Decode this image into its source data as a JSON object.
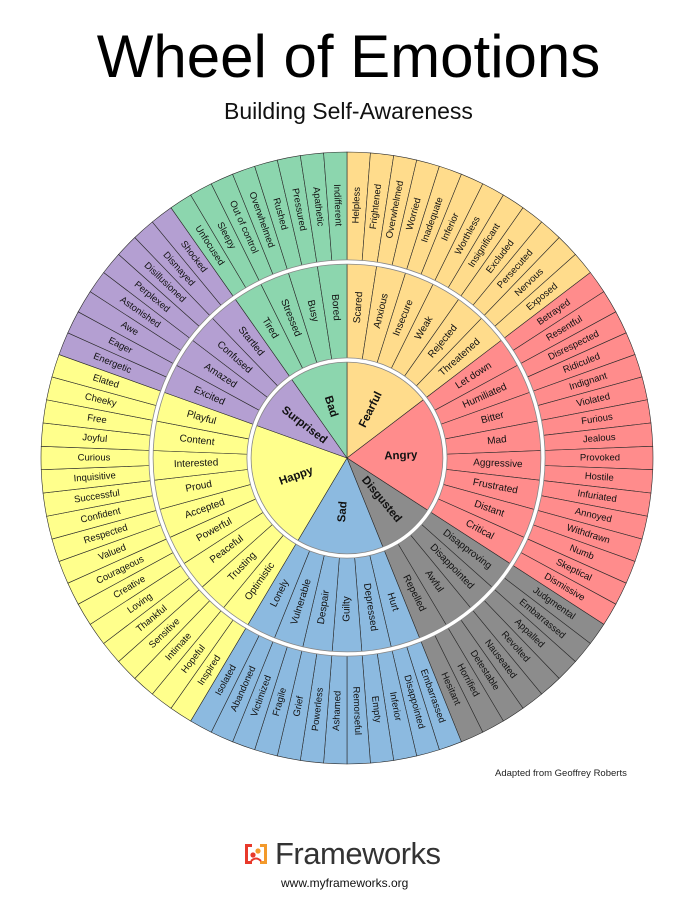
{
  "title": "Wheel of Emotions",
  "subtitle": "Building Self-Awareness",
  "credit": "Adapted from Geoffrey Roberts",
  "brand": {
    "name": "Frameworks",
    "url": "www.myframeworks.org",
    "colors": {
      "red": "#e8392b",
      "orange": "#f39a2b"
    }
  },
  "wheel": [
    {
      "label": "Fearful",
      "color": "#FFDC8C",
      "children": [
        {
          "label": "Scared",
          "children": [
            "Helpless",
            "Frightened"
          ]
        },
        {
          "label": "Anxious",
          "children": [
            "Overwhelmed",
            "Worried"
          ]
        },
        {
          "label": "Insecure",
          "children": [
            "Inadequate",
            "Inferior"
          ]
        },
        {
          "label": "Weak",
          "children": [
            "Worthless",
            "Insignificant"
          ]
        },
        {
          "label": "Rejected",
          "children": [
            "Excluded",
            "Persecuted"
          ]
        },
        {
          "label": "Threatened",
          "children": [
            "Nervous",
            "Exposed"
          ]
        }
      ]
    },
    {
      "label": "Angry",
      "color": "#FF8C8C",
      "children": [
        {
          "label": "Let down",
          "children": [
            "Betrayed",
            "Resentful"
          ]
        },
        {
          "label": "Humiliated",
          "children": [
            "Disrespected",
            "Ridiculed"
          ]
        },
        {
          "label": "Bitter",
          "children": [
            "Indignant",
            "Violated"
          ]
        },
        {
          "label": "Mad",
          "children": [
            "Furious",
            "Jealous"
          ]
        },
        {
          "label": "Aggressive",
          "children": [
            "Provoked",
            "Hostile"
          ]
        },
        {
          "label": "Frustrated",
          "children": [
            "Infuriated",
            "Annoyed"
          ]
        },
        {
          "label": "Distant",
          "children": [
            "Withdrawn",
            "Numb"
          ]
        },
        {
          "label": "Critical",
          "children": [
            "Skeptical",
            "Dismissive"
          ]
        }
      ]
    },
    {
      "label": "Disgusted",
      "color": "#8C8C8C",
      "children": [
        {
          "label": "Disapproving",
          "children": [
            "Judgmental",
            "Embarrassed"
          ]
        },
        {
          "label": "Disappointed",
          "children": [
            "Appalled",
            "Revolted"
          ]
        },
        {
          "label": "Awful",
          "children": [
            "Nauseated",
            "Detestable"
          ]
        },
        {
          "label": "Repelled",
          "children": [
            "Horrified",
            "Hesitant"
          ]
        }
      ]
    },
    {
      "label": "Sad",
      "color": "#8CBAE0",
      "children": [
        {
          "label": "Hurt",
          "children": [
            "Embarrassed",
            "Disappointed"
          ]
        },
        {
          "label": "Depressed",
          "children": [
            "Inferior",
            "Empty"
          ]
        },
        {
          "label": "Guilty",
          "children": [
            "Remorseful",
            "Ashamed"
          ]
        },
        {
          "label": "Despair",
          "children": [
            "Powerless",
            "Grief"
          ]
        },
        {
          "label": "Vulnerable",
          "children": [
            "Fragile",
            "Victimized"
          ]
        },
        {
          "label": "Lonely",
          "children": [
            "Abandoned",
            "Isolated"
          ]
        }
      ]
    },
    {
      "label": "Happy",
      "color": "#FFFF8C",
      "children": [
        {
          "label": "Optimistic",
          "children": [
            "Inspired",
            "Hopeful"
          ]
        },
        {
          "label": "Trusting",
          "children": [
            "Intimate",
            "Sensitive"
          ]
        },
        {
          "label": "Peaceful",
          "children": [
            "Thankful",
            "Loving"
          ]
        },
        {
          "label": "Powerful",
          "children": [
            "Creative",
            "Courageous"
          ]
        },
        {
          "label": "Accepted",
          "children": [
            "Valued",
            "Respected"
          ]
        },
        {
          "label": "Proud",
          "children": [
            "Confident",
            "Successful"
          ]
        },
        {
          "label": "Interested",
          "children": [
            "Inquisitive",
            "Curious"
          ]
        },
        {
          "label": "Content",
          "children": [
            "Joyful",
            "Free"
          ]
        },
        {
          "label": "Playful",
          "children": [
            "Cheeky",
            "Elated"
          ]
        }
      ]
    },
    {
      "label": "Surprised",
      "color": "#B49FD2",
      "children": [
        {
          "label": "Excited",
          "children": [
            "Energetic",
            "Eager"
          ]
        },
        {
          "label": "Amazed",
          "children": [
            "Awe",
            "Astonished"
          ]
        },
        {
          "label": "Confused",
          "children": [
            "Perplexed",
            "Disillusioned"
          ]
        },
        {
          "label": "Startled",
          "children": [
            "Dismayed",
            "Shocked"
          ]
        }
      ]
    },
    {
      "label": "Bad",
      "color": "#8CD6AE",
      "children": [
        {
          "label": "Tired",
          "children": [
            "Unfocused",
            "Sleepy"
          ]
        },
        {
          "label": "Stressed",
          "children": [
            "Out of control",
            "Overwhelmed"
          ]
        },
        {
          "label": "Busy",
          "children": [
            "Rushed",
            "Pressured"
          ]
        },
        {
          "label": "Bored",
          "children": [
            "Apathetic",
            "Indifferent"
          ]
        }
      ]
    }
  ]
}
